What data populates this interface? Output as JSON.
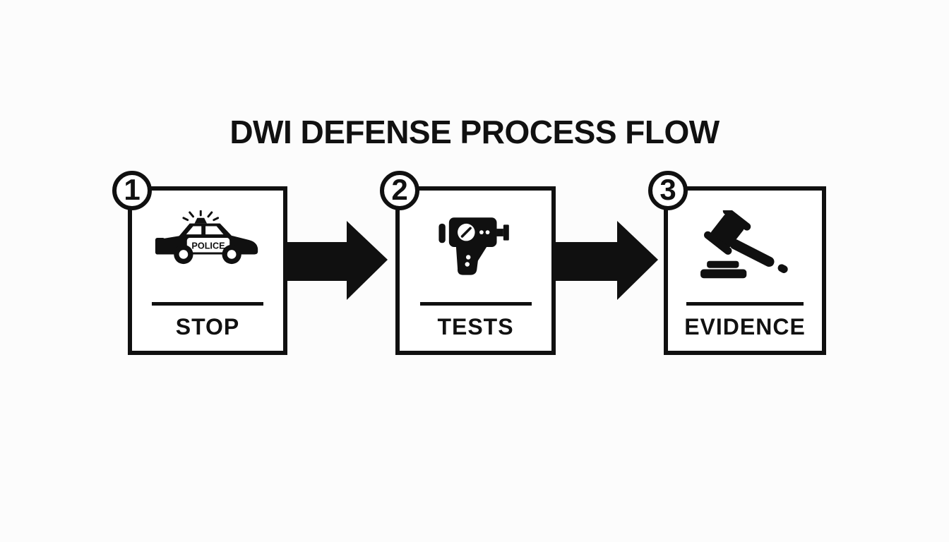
{
  "title": "DWI DEFENSE PROCESS FLOW",
  "colors": {
    "ink": "#101010",
    "paper": "#fcfcfc",
    "box_fill": "#ffffff"
  },
  "steps": [
    {
      "number": "1",
      "label": "STOP",
      "icon": "police-car-icon",
      "car_text": "POLICE"
    },
    {
      "number": "2",
      "label": "TESTS",
      "icon": "breathalyzer-icon"
    },
    {
      "number": "3",
      "label": "EVIDENCE",
      "icon": "gavel-icon"
    }
  ],
  "connectors": [
    {
      "type": "arrow-right"
    },
    {
      "type": "arrow-right"
    }
  ]
}
